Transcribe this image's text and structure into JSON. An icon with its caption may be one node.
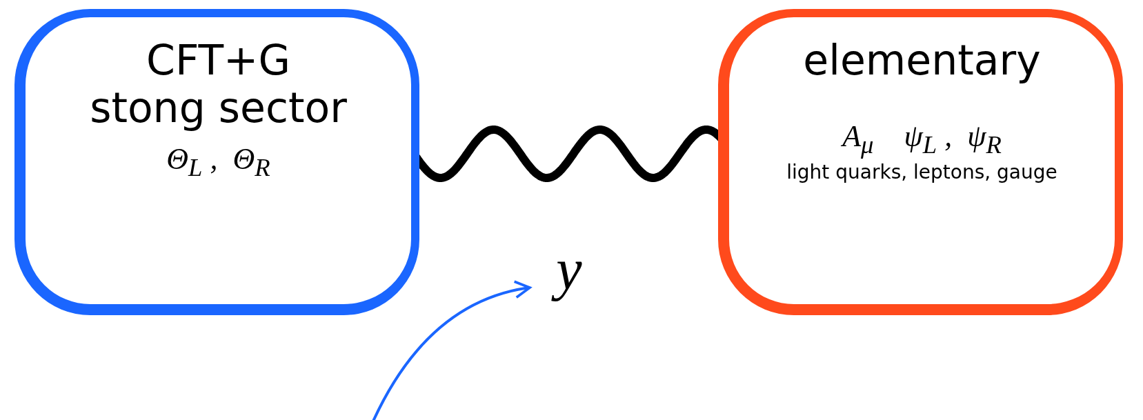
{
  "diagram": {
    "nodes": [
      {
        "text": [
          "CFT+G",
          "stong sector",
          "Θ$_{L}$ ,  Θ$_{R}$"
        ]
      },
      {
        "text": [
          "elementary",
          "A$_{μ}$    ψ$_{L}$ ,  ψ$_{R}$",
          "light quarks, leptons, gauge"
        ]
      },
      {
        "text": [
          "y"
        ]
      }
    ],
    "edges": [
      {
        "from": 0,
        "to": 1,
        "arrow": "none",
        "style": "thick"
      },
      {
        "from": null,
        "to": 2,
        "arrow": "to",
        "color": "#1a66ff"
      }
    ]
  }
}
